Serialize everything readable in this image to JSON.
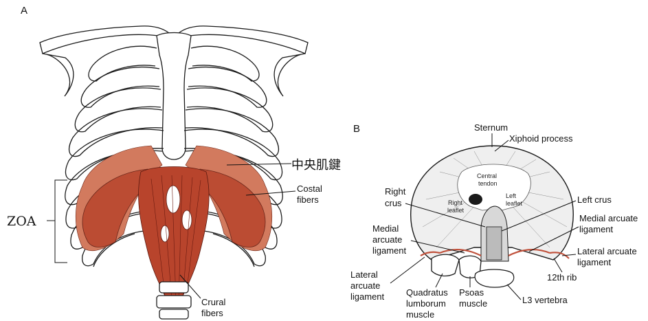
{
  "panel_a": {
    "letter": "A",
    "label_central_tendon_cn": "中央肌鍵",
    "label_costal": [
      "Costal",
      "fibers"
    ],
    "label_zoa": "ZOA",
    "label_crural": [
      "Crural",
      "fibers"
    ]
  },
  "panel_b": {
    "letter": "B",
    "label_sternum": "Sternum",
    "label_xiphoid": "Xiphoid process",
    "label_central_tendon": [
      "Central",
      "tendon"
    ],
    "label_right_leaflet": [
      "Right",
      "leaflet"
    ],
    "label_left_leaflet": [
      "Left",
      "leaflet"
    ],
    "label_right_crus": [
      "Right",
      "crus"
    ],
    "label_left_crus": "Left crus",
    "label_medial_arcuate_left": [
      "Medial",
      "arcuate",
      "ligament"
    ],
    "label_medial_arcuate_right": [
      "Medial arcuate",
      "ligament"
    ],
    "label_lateral_arcuate_right": [
      "Lateral arcuate",
      "ligament"
    ],
    "label_lateral_arcuate_left": [
      "Lateral",
      "arcuate",
      "ligament"
    ],
    "label_12th_rib": "12th rib",
    "label_quadratus": [
      "Quadratus",
      "lumborum",
      "muscle"
    ],
    "label_psoas": [
      "Psoas",
      "muscle"
    ],
    "label_l3": "L3 vertebra"
  }
}
